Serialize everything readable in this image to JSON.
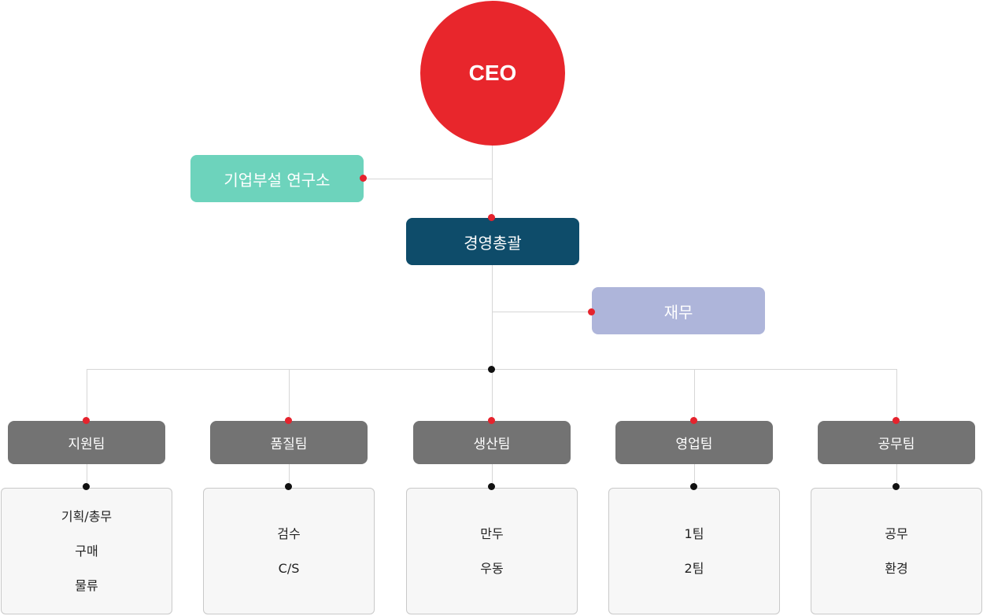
{
  "ceo": {
    "label": "CEO"
  },
  "research_lab": {
    "label": "기업부설 연구소"
  },
  "management": {
    "label": "경영총괄"
  },
  "finance": {
    "label": "재무"
  },
  "teams": [
    {
      "label": "지원팀",
      "items": [
        "기획/총무",
        "구매",
        "물류"
      ]
    },
    {
      "label": "품질팀",
      "items": [
        "검수",
        "C/S"
      ]
    },
    {
      "label": "생산팀",
      "items": [
        "만두",
        "우동"
      ]
    },
    {
      "label": "영업팀",
      "items": [
        "1팀",
        "2팀"
      ]
    },
    {
      "label": "공무팀",
      "items": [
        "공무",
        "환경"
      ]
    }
  ],
  "colors": {
    "ceo": "#e8262c",
    "research_lab": "#6dd3bc",
    "management": "#0e4c6a",
    "finance": "#aeb5da",
    "team": "#737373",
    "connector_dot_red": "#e5232d",
    "connector_dot_black": "#111111",
    "line": "#d6d6d6"
  }
}
